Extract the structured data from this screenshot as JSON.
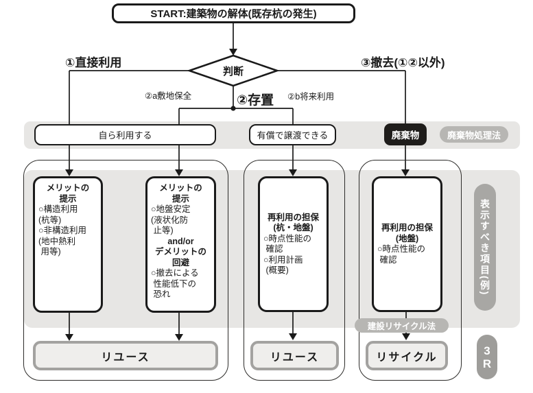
{
  "title": "既存杭の取扱いフロー図",
  "colors": {
    "background": "#ffffff",
    "gray_area": "#e7e6e4",
    "line_black": "#1a1a1a",
    "waste_box_bg": "#1f1d1b",
    "law_pill_bg": "#b7b6b3",
    "side_pill_bg": "#a8a7a4",
    "r3_pill_bg": "#9e9d9a",
    "output_border": "#a3a2a0",
    "output_fill": "#efeeec"
  },
  "start": {
    "label": "START:建築物の解体(既存杭の発生)"
  },
  "decision": {
    "label": "判断"
  },
  "branches": {
    "direct_use": "①直接利用",
    "leave_in_place": "②存置",
    "site_preservation": "②a敷地保全",
    "future_use": "②b将来利用",
    "removal": "③撤去(①②以外)"
  },
  "band": {
    "self_use": "自ら利用する",
    "paid_transfer": "有償で譲渡できる",
    "waste": "廃棄物",
    "waste_law": "廃棄物処理法"
  },
  "cards": [
    {
      "heading": "メリットの\n提示",
      "body": "○構造利用\n(杭等)\n○非構造利用\n(地中熱利\n 用等)"
    },
    {
      "heading": "メリットの\n提示",
      "body": "○地盤安定\n(液状化防\n 止等)",
      "connector": "and/or",
      "heading2": "デメリットの\n回避",
      "body2": "○撤去による\n 性能低下の\n 恐れ"
    },
    {
      "heading": "再利用の担保\n(杭・地盤)",
      "body": "○時点性能の\n 確認\n○利用計画\n (概要)"
    },
    {
      "heading": "再利用の担保\n(地盤)",
      "body": "○時点性能の\n 確認"
    }
  ],
  "outputs": {
    "reuse_left": "リユース",
    "reuse_middle": "リユース",
    "recycle": "リサイクル"
  },
  "labels": {
    "construction_recycle_law": "建設リサイクル法",
    "items_to_display": "表示すべき項目(例)",
    "three_r": "3R"
  }
}
